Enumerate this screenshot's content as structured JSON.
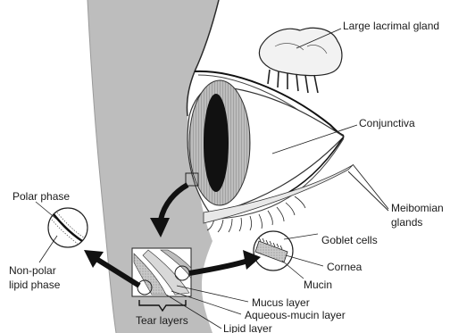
{
  "labels": {
    "large_lacrimal_gland": "Large lacrimal gland",
    "conjunctiva": "Conjunctiva",
    "meibomian_glands_line1": "Meibomian",
    "meibomian_glands_line2": "glands",
    "polar_phase": "Polar phase",
    "non_polar_lipid_phase_line1": "Non-polar",
    "non_polar_lipid_phase_line2": "lipid phase",
    "goblet_cells": "Goblet cells",
    "cornea": "Cornea",
    "mucin": "Mucin",
    "mucus_layer": "Mucus layer",
    "aqueous_mucin_layer": "Aqueous-mucin layer",
    "lipid_layer": "Lipid layer",
    "tear_layers": "Tear layers"
  }
}
